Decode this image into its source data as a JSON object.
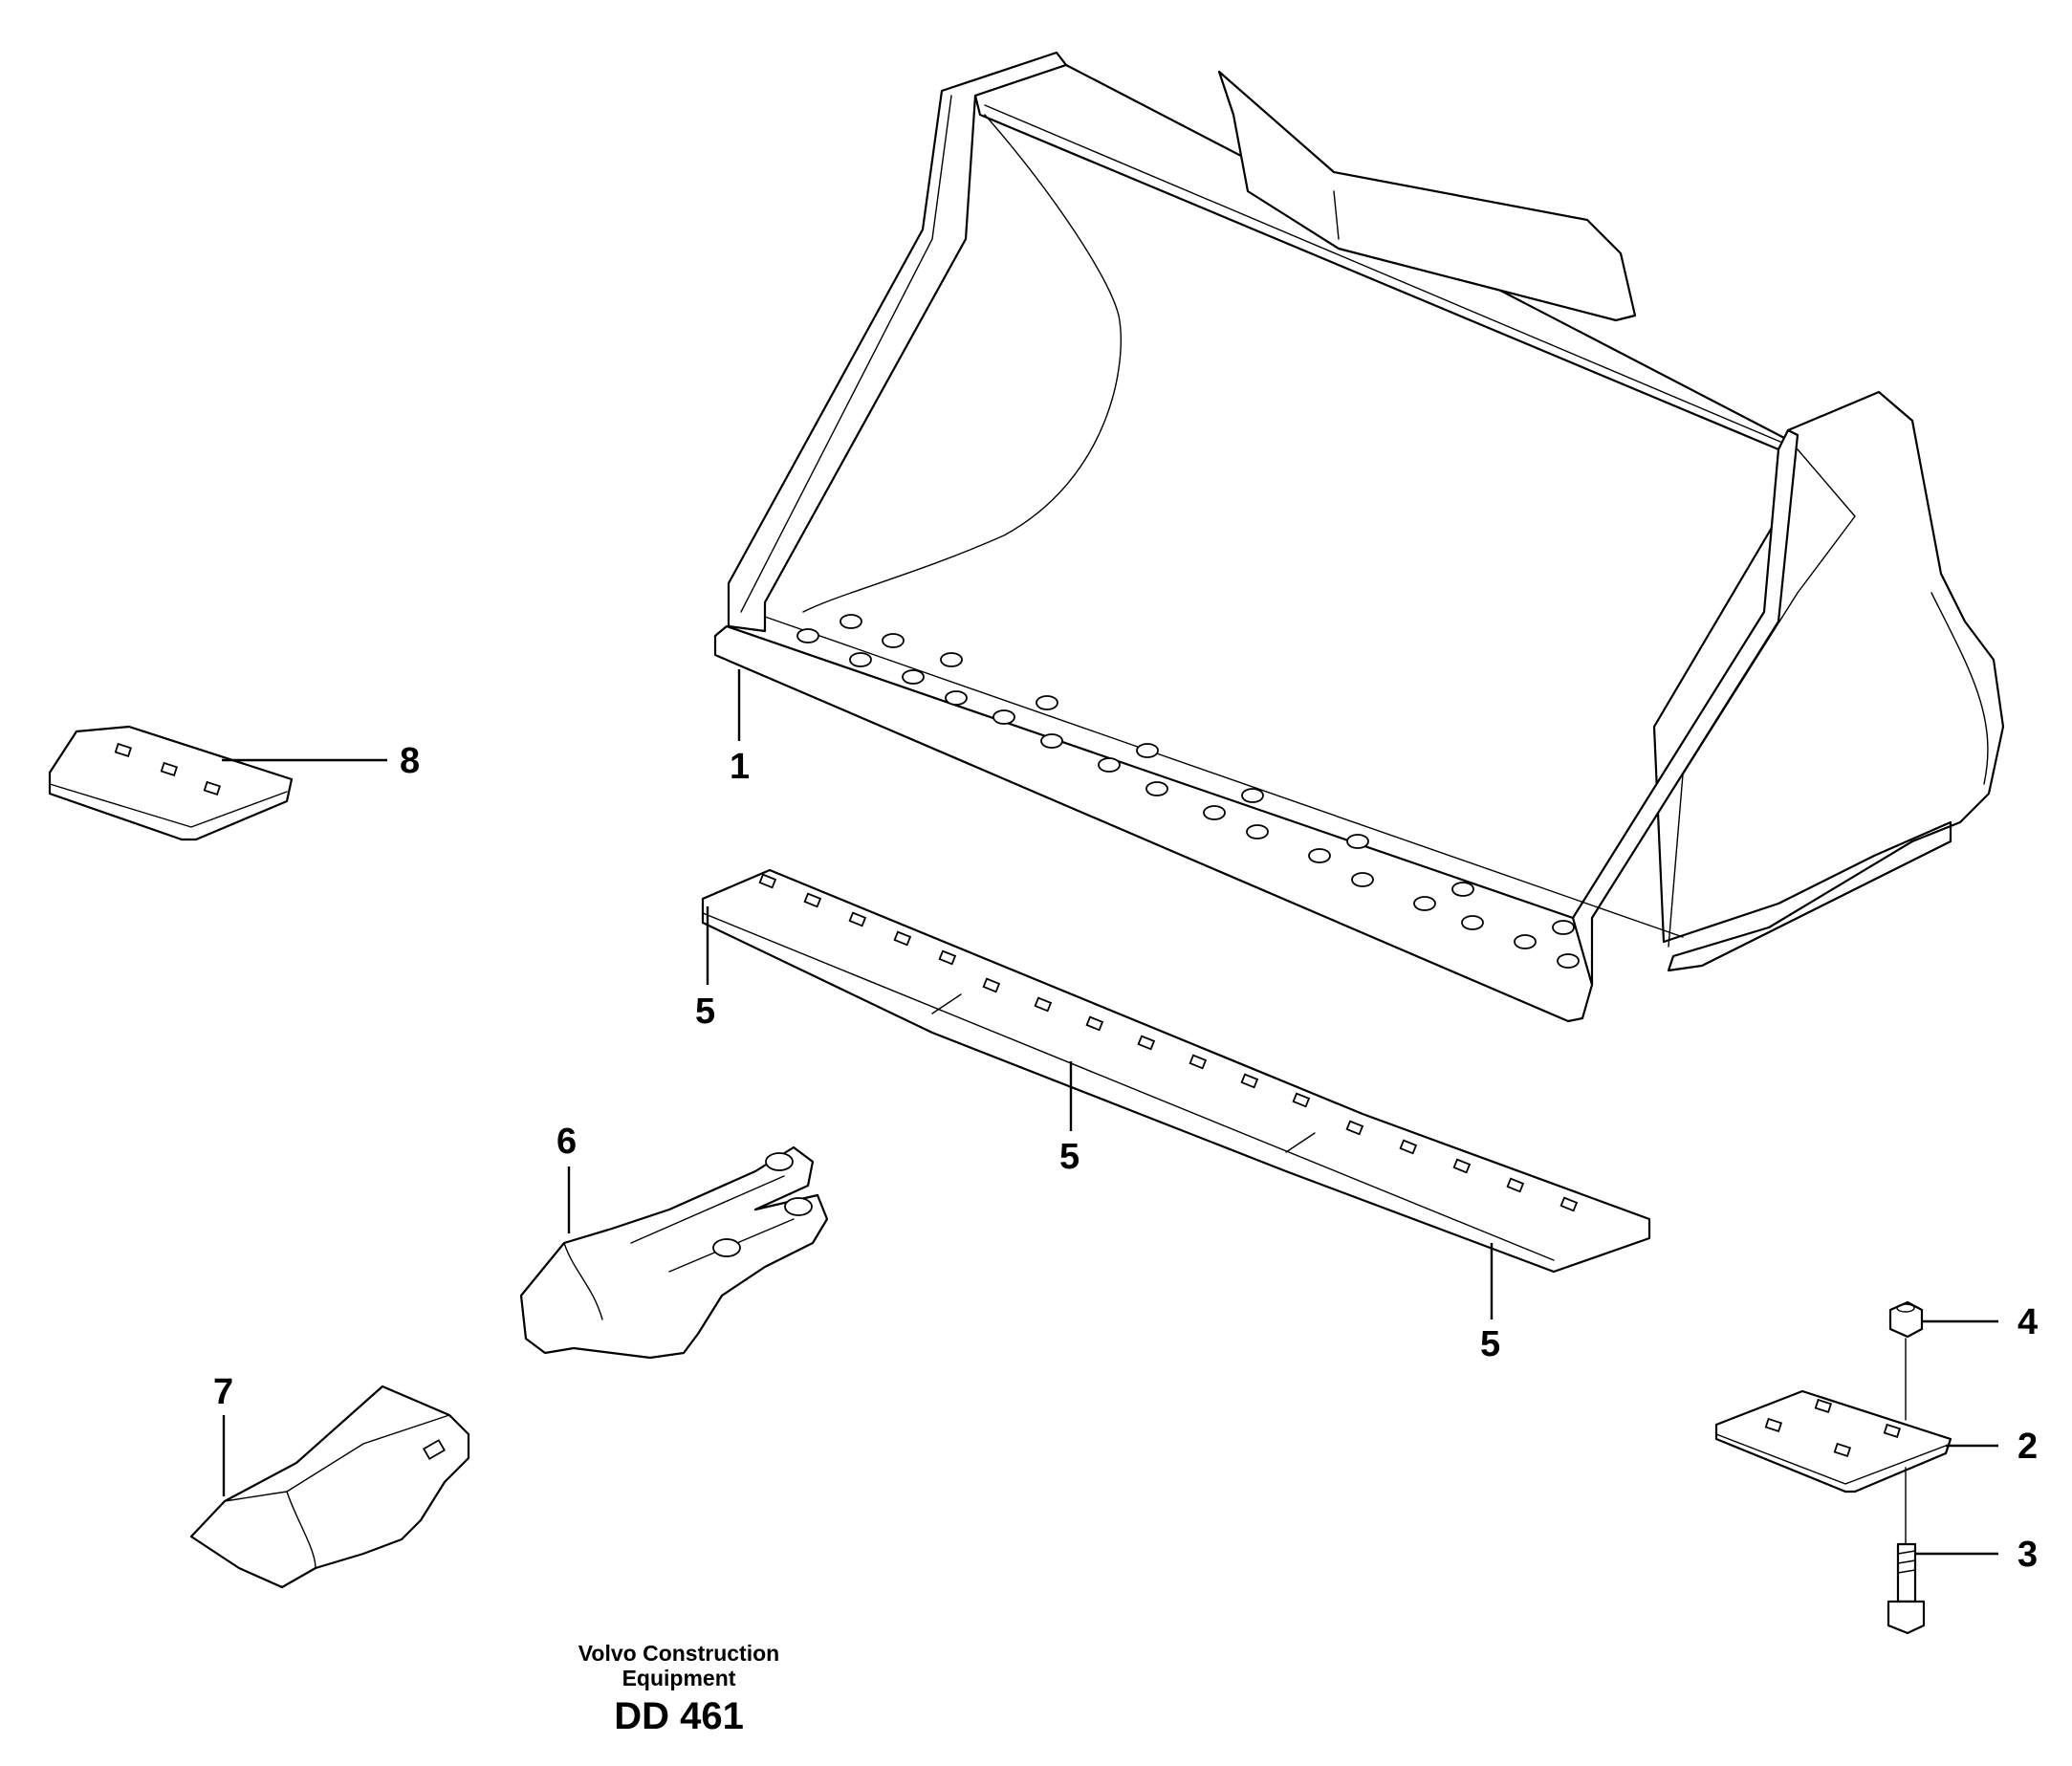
{
  "callouts": {
    "c1": "1",
    "c2": "2",
    "c3": "3",
    "c4": "4",
    "c5a": "5",
    "c5b": "5",
    "c5c": "5",
    "c6": "6",
    "c7": "7",
    "c8": "8"
  },
  "caption": {
    "line1": "Volvo Construction",
    "line2": "Equipment",
    "code": "DD 461"
  }
}
